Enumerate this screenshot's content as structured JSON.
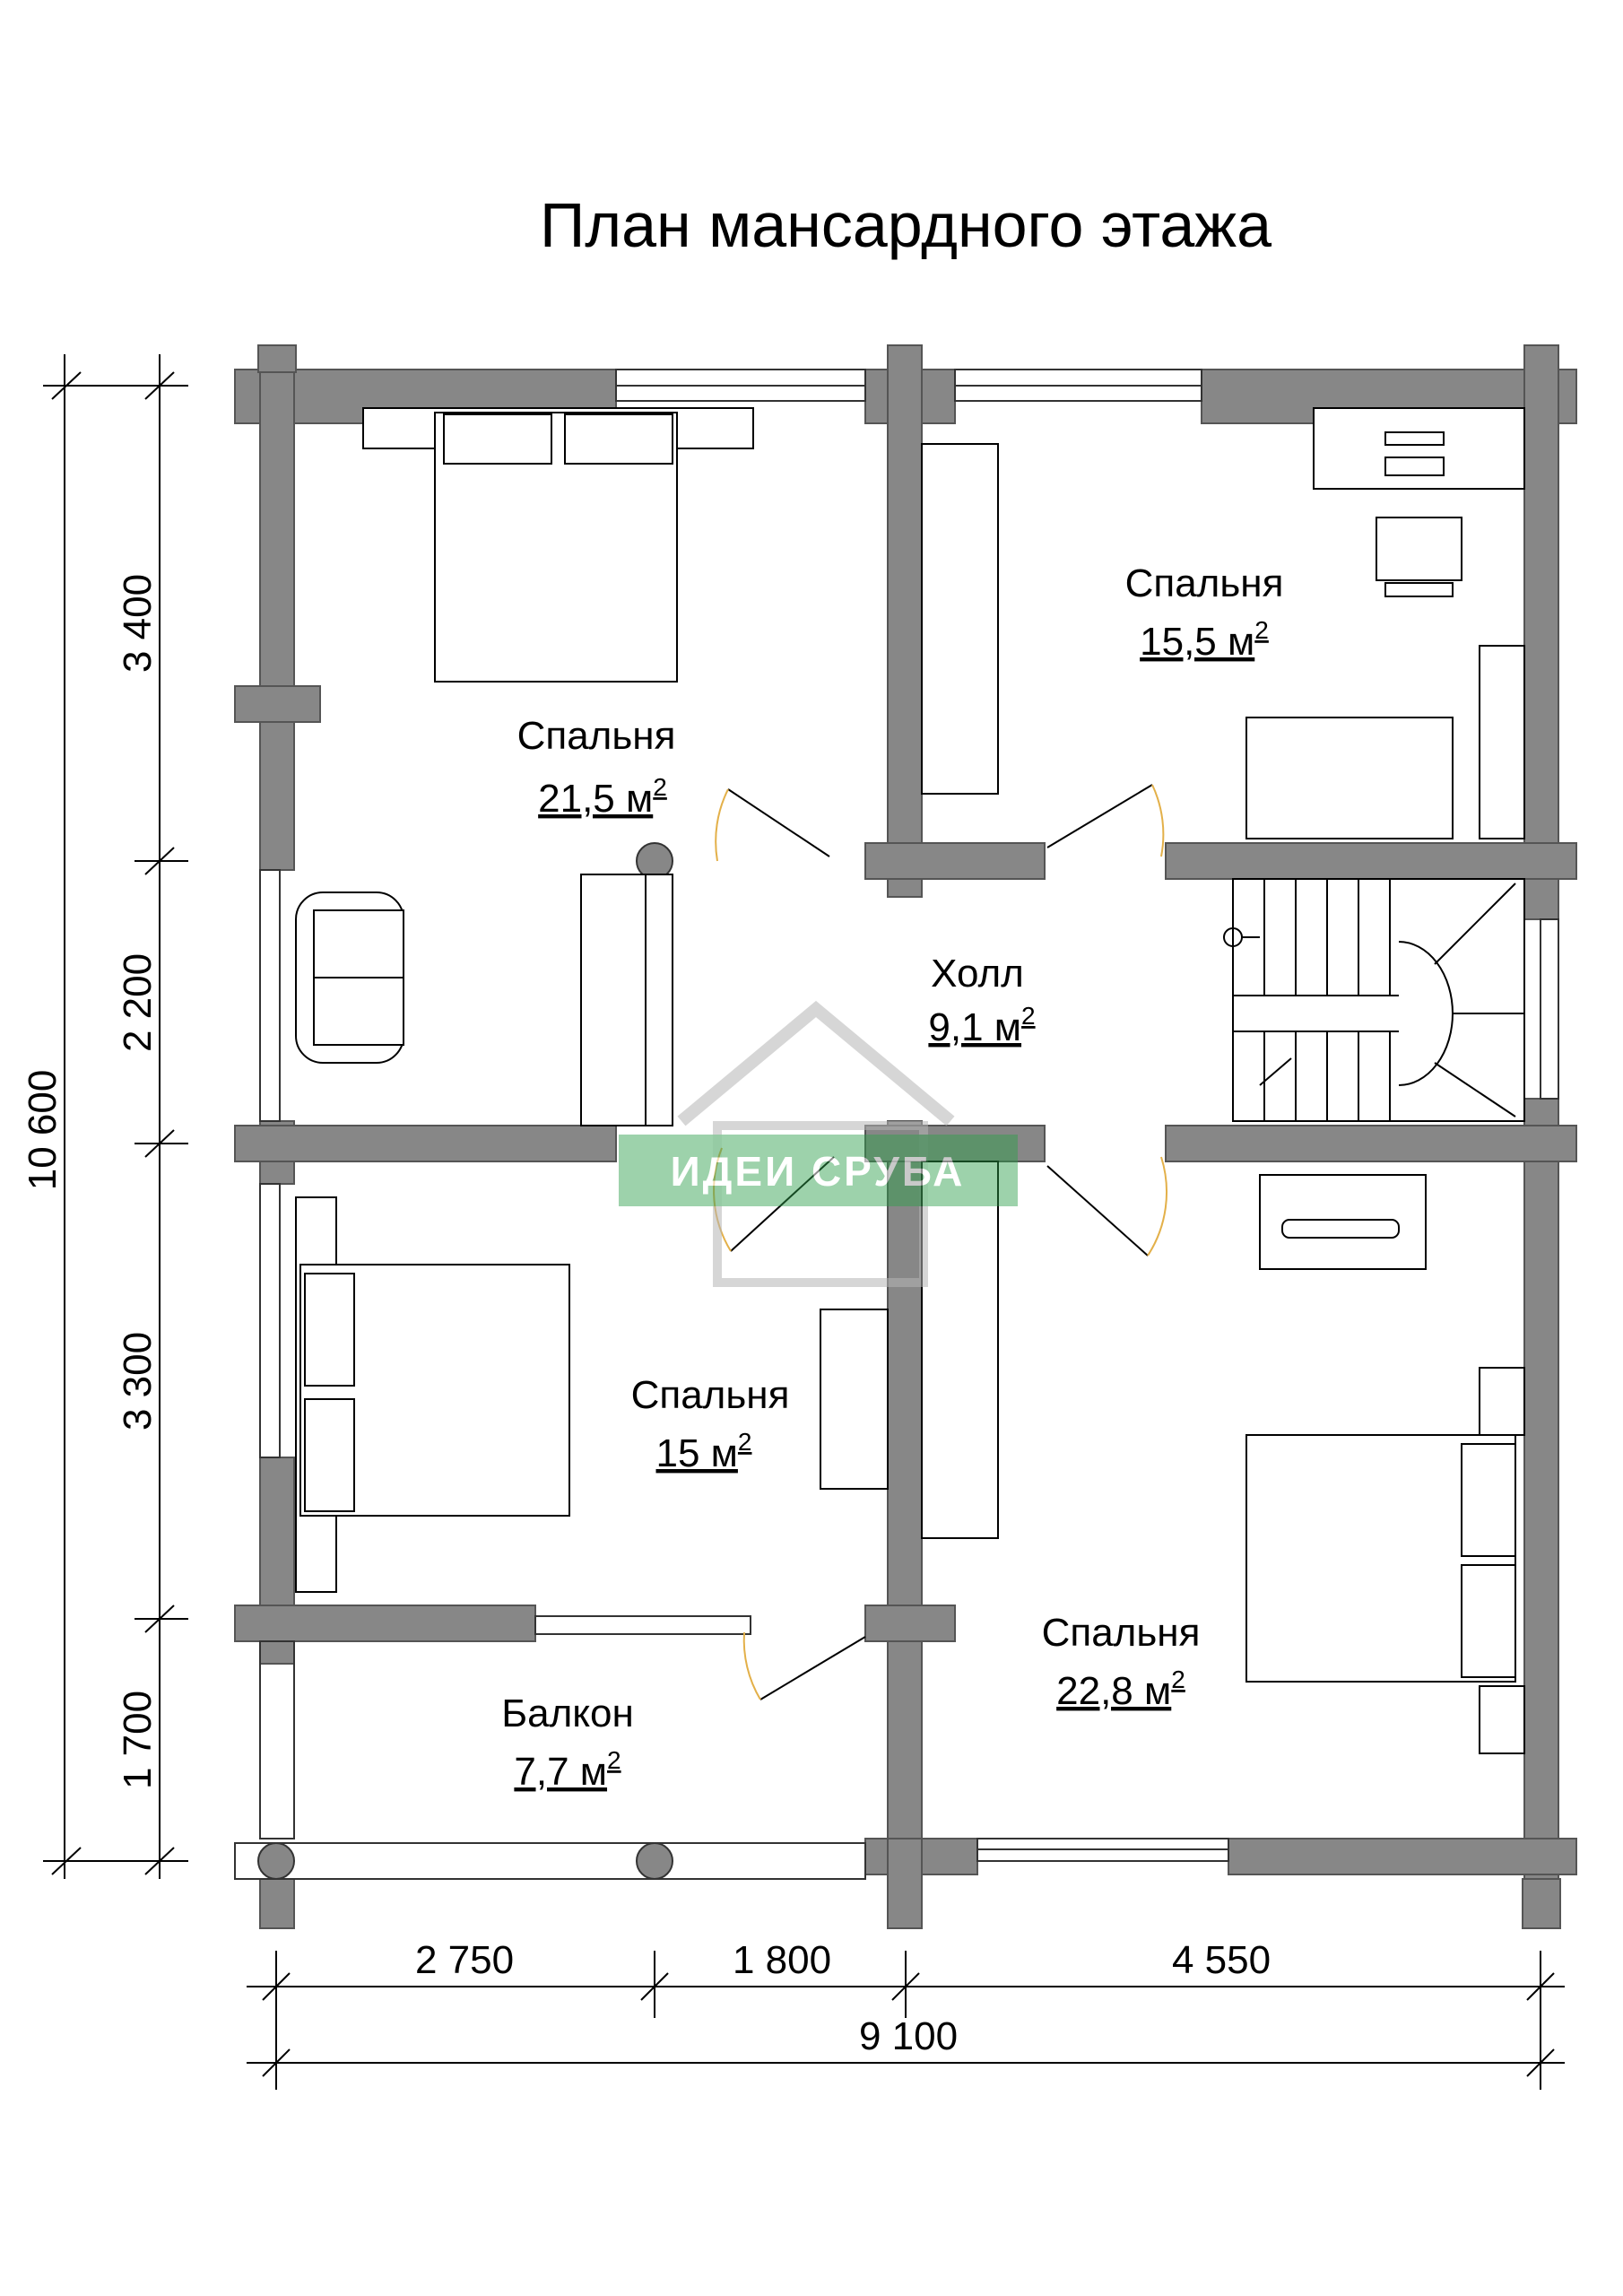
{
  "title": "План мансардного этажа",
  "rooms": [
    {
      "name": "Спальня",
      "area": "21,5 м",
      "sup": "2"
    },
    {
      "name": "Спальня",
      "area": "15,5 м",
      "sup": "2"
    },
    {
      "name": "Холл",
      "area": "9,1 м",
      "sup": "2"
    },
    {
      "name": "Спальня",
      "area": "15 м",
      "sup": "2"
    },
    {
      "name": "Спальня",
      "area": "22,8 м",
      "sup": "2"
    },
    {
      "name": "Балкон",
      "area": "7,7 м",
      "sup": "2"
    }
  ],
  "dimensions": {
    "vertical_total": "10 600",
    "vertical_segments": [
      "3 400",
      "2 200",
      "3 300",
      "1 700"
    ],
    "horizontal_segments": [
      "2 750",
      "1 800",
      "4 550"
    ],
    "horizontal_total": "9 100"
  },
  "watermark": {
    "text": "ИДЕИ СРУБА"
  },
  "colors": {
    "wall": "#878787",
    "line": "#000000",
    "window": "#ffffff",
    "watermark": "#2e9e4a"
  }
}
